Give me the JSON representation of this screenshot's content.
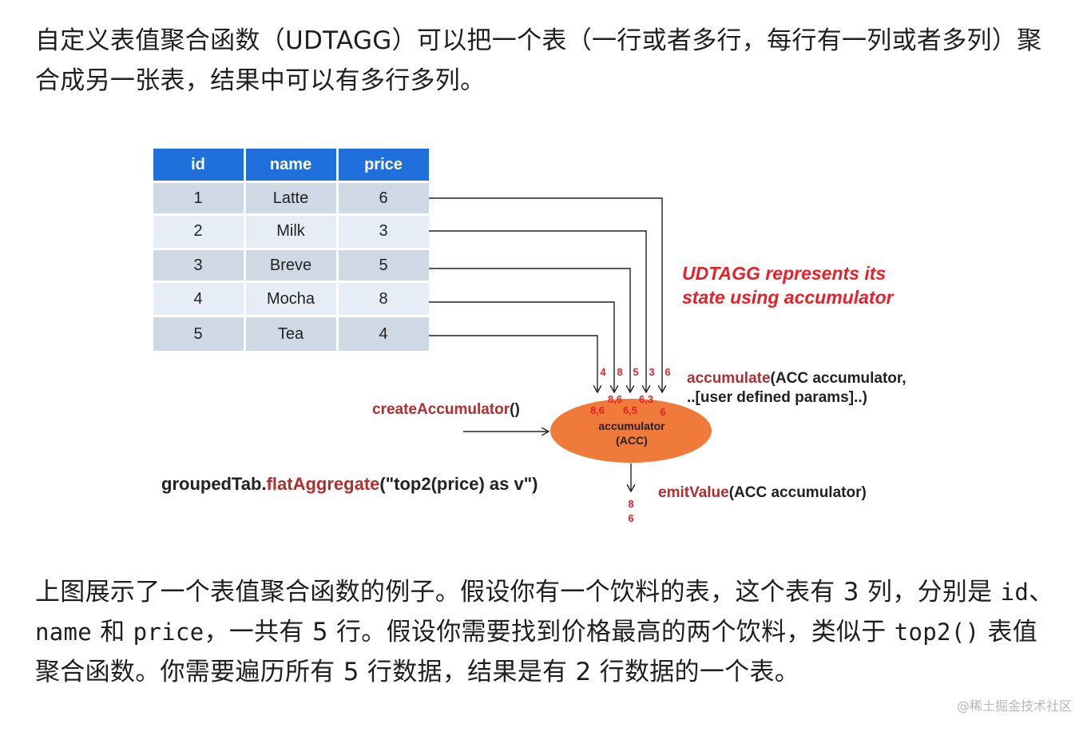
{
  "intro_text": "自定义表值聚合函数（UDTAGG）可以把一个表（一行或者多行，每行有一列或者多列）聚合成另一张表，结果中可以有多行多列。",
  "table": {
    "headers": [
      "id",
      "name",
      "price"
    ],
    "rows": [
      [
        "1",
        "Latte",
        "6"
      ],
      [
        "2",
        "Milk",
        "3"
      ],
      [
        "3",
        "Breve",
        "5"
      ],
      [
        "4",
        "Mocha",
        "8"
      ],
      [
        "5",
        "Tea",
        "4"
      ]
    ]
  },
  "diagram": {
    "caption_line1": "UDTAGG represents its",
    "caption_line2": "state using accumulator",
    "arrow_values": [
      "4",
      "8",
      "5",
      "3",
      "6"
    ],
    "accumulate_fn": "accumulate",
    "accumulate_args": "(ACC accumulator,",
    "accumulate_args2": "..[user defined params]..)",
    "create_fn": "createAccumulator",
    "create_args": "()",
    "acc_states": [
      "8,6",
      "6,3",
      "8,6",
      "6,5",
      "6"
    ],
    "acc_label1": "accumulator",
    "acc_label2": "(ACC)",
    "grouped_prefix": "groupedTab.",
    "grouped_fn": "flatAggregate",
    "grouped_args": "(\"top2(price) as v\")",
    "emit_fn": "emitValue",
    "emit_args": "(ACC accumulator)",
    "output_values": [
      "8",
      "6"
    ]
  },
  "outro": {
    "s1": "上图展示了一个表值聚合函数的例子。假设你有一个饮料的表，这个表有 3 列，分别是 ",
    "c1": "id",
    "s2": "、",
    "c2": "name",
    "s3": " 和 ",
    "c3": "price",
    "s4": "，一共有 5 行。假设你需要找到价格最高的两个饮料，类似于 ",
    "c4": "top2()",
    "s5": " 表值聚合函数。你需要遍历所有 5 行数据，结果是有 2 行数据的一个表。"
  },
  "watermark": "@稀土掘金技术社区",
  "colors": {
    "header_bg": "#1f6fdc",
    "row_dark": "#cfd9e6",
    "row_light": "#e6edf6",
    "accent_red": "#e8202a",
    "fn_red": "#b03030",
    "ellipse": "#f07a3a"
  }
}
